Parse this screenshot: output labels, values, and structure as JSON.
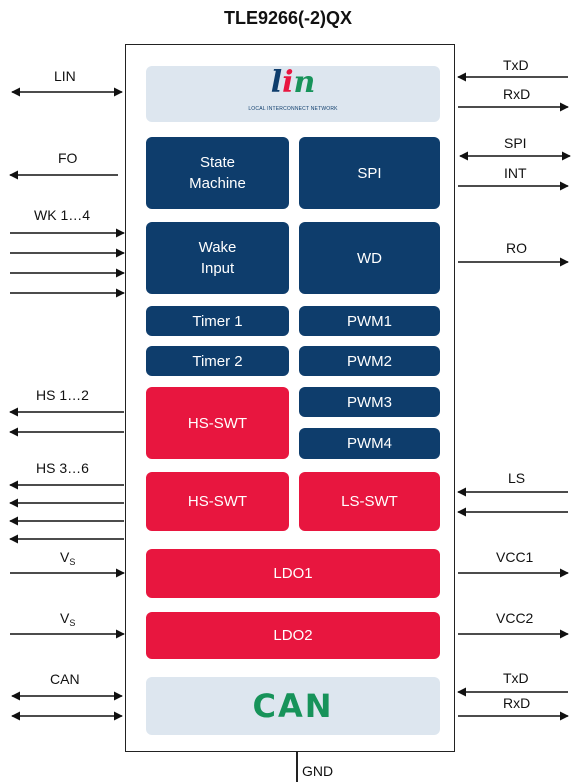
{
  "title": "TLE9266(-2)QX",
  "lin_logo": {
    "text": "lin",
    "subtitle": "LOCAL INTERCONNECT NETWORK",
    "colors": [
      "#0e3d6c",
      "#e8163f",
      "#17935a"
    ]
  },
  "can_logo": {
    "text": "CAN",
    "color": "#17935a"
  },
  "blocks": {
    "state_machine": [
      "State",
      "Machine"
    ],
    "spi": "SPI",
    "wake_input": [
      "Wake",
      "Input"
    ],
    "wd": "WD",
    "timer1": "Timer 1",
    "pwm1": "PWM1",
    "timer2": "Timer 2",
    "pwm2": "PWM2",
    "hs_swt_1": "HS-SWT",
    "pwm3": "PWM3",
    "pwm4": "PWM4",
    "hs_swt_2": "HS-SWT",
    "ls_swt": "LS-SWT",
    "ldo1": "LDO1",
    "ldo2": "LDO2"
  },
  "pins_left": {
    "lin": "LIN",
    "fo": "FO",
    "wk": "WK 1…4",
    "hs12": "HS 1…2",
    "hs36": "HS 3…6",
    "vs_main": "V",
    "vs_sub": "S",
    "can": "CAN"
  },
  "pins_right": {
    "txd": "TxD",
    "rxd": "RxD",
    "spi": "SPI",
    "int": "INT",
    "ro": "RO",
    "ls": "LS",
    "vcc1": "VCC1",
    "vcc2": "VCC2"
  },
  "gnd": "GND",
  "colors": {
    "navy": "#0e3d6c",
    "red": "#e8163f",
    "light": "#dde6ef",
    "can_green": "#17935a"
  }
}
